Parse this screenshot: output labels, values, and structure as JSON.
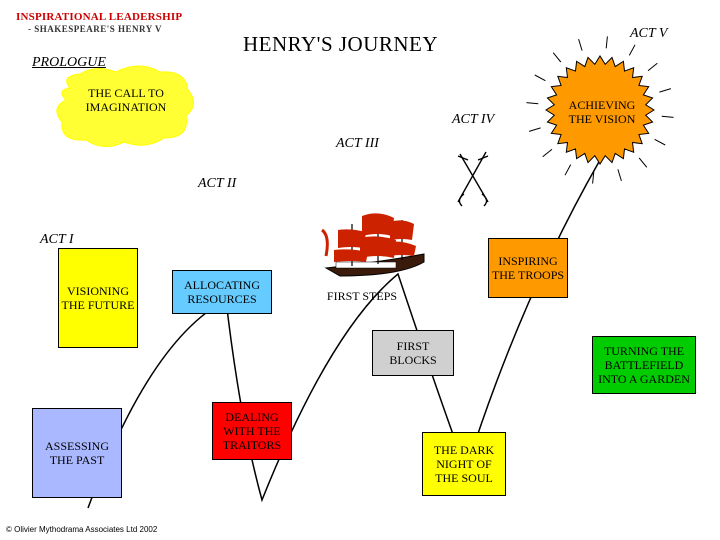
{
  "header": {
    "title": "INSPIRATIONAL LEADERSHIP",
    "subtitle": "- SHAKESPEARE'S HENRY V"
  },
  "main_title": "HENRY'S JOURNEY",
  "acts": {
    "prologue": "PROLOGUE",
    "act1": "ACT I",
    "act2": "ACT II",
    "act3": "ACT III",
    "act4": "ACT IV",
    "act5": "ACT V"
  },
  "nodes": {
    "call": "THE CALL TO IMAGINATION",
    "vision": "ACHIEVING THE VISION",
    "visioning": "VISIONING THE FUTURE",
    "allocating": "ALLOCATING RESOURCES",
    "first_steps": "FIRST STEPS",
    "inspiring": "INSPIRING THE TROOPS",
    "first_blocks": "FIRST BLOCKS",
    "turning": "TURNING THE BATTLEFIELD INTO A GARDEN",
    "assessing": "ASSESSING THE PAST",
    "dealing": "DEALING WITH THE TRAITORS",
    "dark_night": "THE DARK NIGHT OF THE SOUL"
  },
  "colors": {
    "header_title": "#cc0000",
    "cloud": "#ffff33",
    "sun": "#ff9900",
    "visioning_box": "#ffff00",
    "allocating_box": "#66ccff",
    "inspiring_box": "#ff9900",
    "first_blocks_box": "#d0d0d0",
    "turning_box": "#00cc00",
    "assessing_box": "#aab8ff",
    "dealing_box": "#ff0000",
    "dark_night_box": "#ffff00"
  },
  "icons": [
    "sun-icon",
    "crossed-swords-icon",
    "ship-icon",
    "arrow-right-icon",
    "arrow-left-icon"
  ],
  "copyright": "© Olivier Mythodrama Associates Ltd 2002"
}
